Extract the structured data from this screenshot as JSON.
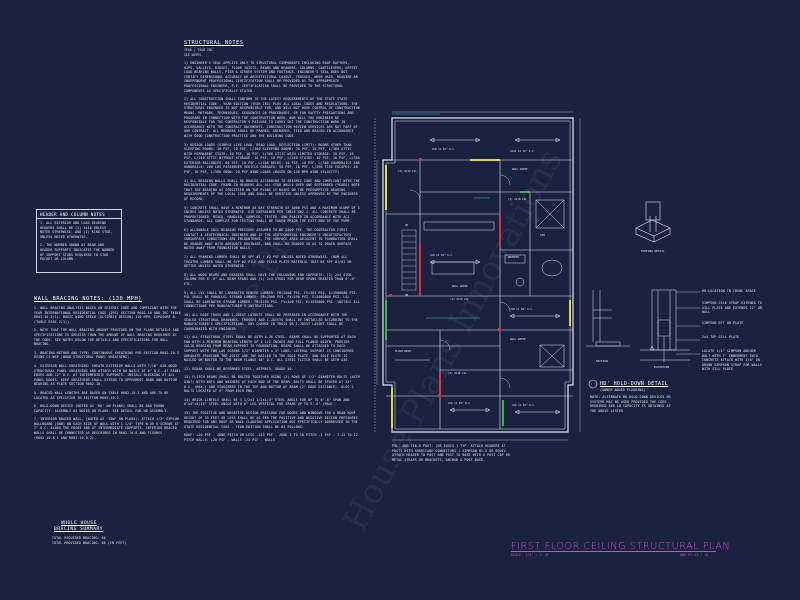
{
  "structural_notes": {
    "title": "STRUCTURAL NOTES",
    "sub1": "YEAR / TSUB INC",
    "sub2": "SEE NOTES",
    "paragraphs": [
      "1) ENGINEER'S SEAL APPLIES ONLY TO STRUCTURAL COMPONENTS INCLUDING ROOF RAFTERS, HIPS, VALLEYS, RIDGES, FLOOR JOISTS, BEAMS AND HEADERS, COLUMNS, CANTILEVERS, OFFSET LOAD BEARING WALLS, PIER & GIRDER SYSTEM AND FOOTINGS. ENGINEER'S SEAL DOES NOT CERTIFY DIMENSIONAL ACCURACY OR ARCHITECTURAL LAYOUT. TRUSSES, WHEN USED, REQUIRE AN INDEPENDENT PROFESSIONAL CERTIFICATION SHALL BE PROVIDED BY THE APPROPRIATE PROFESSIONAL ENGINEER, P.E. CERTIFICATION SHALL BE PROVIDED TO THE STRUCTURAL COMPONENTS AS SPECIFICALLY STATED.",
      "2) ALL CONSTRUCTION SHALL CONFORM TO THE LATEST REQUIREMENTS OF THE STATE STATE RESIDENTIAL CODE - YEAR EDITION (YEAR IRC) PLUS ALL LOCAL CODES AND REGULATIONS. THE STRUCTURAL ENGINEER IS NOT RESPONSIBLE FOR, AND WILL NOT HAVE CONTROL OF CONSTRUCTION MEANS, METHODS, TECHNIQUES, SEQUENCES OR PROCEDURES, OR FOR SAFETY PRECAUTIONS AND PROGRAMS IN CONNECTION WITH THE CONSTRUCTION WORK, NOR WILL THE ENGINEER BE RESPONSIBLE FOR THE CONTRACTOR'S FAILURE TO CARRY OUT THE CONSTRUCTION WORK IN ACCORDANCE WITH THE CONTRACT DOCUMENTS. CONSTRUCTION REVIEW SERVICES ARE NOT PART OF OUR CONTRACT. ALL MEMBERS SHALL BE FRAMED, ANCHORED, TIED AND BRACED IN ACCORDANCE WITH GOOD CONSTRUCTION PRACTICE AND THE BUILDING CODE.",
      "3) DESIGN LOADS (SIMPLE LIVE LOAD, DEAD LOAD, DEFLECTION LIMIT): ROOMS OTHER THAN SLEEPING ROOMS: 40 PSF, 10 PSF, L/360  SLEEPING ROOMS: 30 PSF, 10 PSF, L/360  ATTIC WITH PERMANENT STAIR: 30 PSF, 10 PSF, L/360  ATTIC WITH LIMITED STORAGE: 20 PSF, 10 PSF, L/240  ATTIC WITHOUT STORAGE: 10 PSF, 10 PSF, L/240  STAIRS: 40 PSF, 10 PSF, L/360  EXTERIOR BALCONIES: 60 PSF, 10 PSF, L/360  DECKS: 40 PSF, 10 PSF, L/360  GUARDRAILS AND HANDRAILS: 200 LBS  PASSENGER VEHICLE GARAGES: 50 PSF, 10 PSF, L/360  FIRE ESCAPES: 40 PSF, 10 PSF, L/360  SNOW: 20 PSF  WIND LOADS (BASED ON 130 MPH WIND VELOCITY)",
      "4) ALL BEARING WALLS SHALL BE BRACED ACCORDING TO SEISMIC CODE AND COMPLIANT WITH THE RESIDENTIAL CODE. FRAME-IN HEADERS ALL ALL STUD WALLS OVER ONE SEPTEMBER (YEARS) NOTE THAT THE BEARING AS SPECIFIED ON THE PLANS IS BASED ON THE PRESUMPTIVE BEARING REQUIREMENTS OF THE LOCAL CODE AND SHALL BE VERIFIED UNLESS APPROVED BY THE ENGINEER OF RECORD.",
      "5) CONCRETE SHALL HAVE A MINIMUM 28 DAY STRENGTH OF 3000 PSI AND A MAXIMUM SLUMP OF 5 INCHES UNLESS NOTED OTHERWISE. AIR ENTRAINED PER TABLE 402.2. ALL CONCRETE SHALL BE PROPORTIONED, MIXED, HANDLED, SAMPLED, TESTED, AND PLACED IN ACCORDANCE WITH ACI STANDARDS. ALL SAMPLES FOR TESTING SHALL BE TAKEN PRIOR THE EXIT END OF THE PUMP.",
      "6) ALLOWABLE SOIL BEARING PRESSURE ASSUMED TO BE 2000 PSF. THE CONTRACTOR FIRST CONTACT A GEOTECHNICAL ENGINEER AND IF THE GEOTECHNICAL ENGINEER'S UNSATISFACTORY SUBSURFACE CONDITIONS ARE ENCOUNTERED, THE SURFACE AREA ADJACENT TO FOUNDATION SHALL BE GRADED AWAY WITH ADEQUATE DRAINAGE, AND SHALL BE GRADED SO AS TO DRAIN SURFACE WATER AWAY FROM FOUNDATION WALLS.",
      "7) ALL FRAMING LUMBER SHALL BE SPF #1 / #2 PSF UNLESS NOTED OTHERWISE. (NOM ALL TREATED LUMBER SHALL BE SYP #2 PILE AND FIELD PLATE MATERIAL THAT BE SPF #1/#2 OR BETTER UNLESS NOTED OTHERWISE.",
      "8) ALL WOOD BEAMS AND HEADERS SHALL HAVE THE FOLLOWING END SUPPORTS: (1) 2x4 STUD COLUMN FOR 6'-0\" ALL BEAM SPANS AND (2) 2x4 STUDS FOR BEAM SPANS GREATER THAN 6'-0\" ETC.",
      "9) ALL LVL SHALL BE LAMINATED VENEER LUMBER: FB=2600 PSI, FV=285 PSI, E=1900000 PSI. PSL SHALL BE PARALLEL STRAND LUMBER: FB=2900 PSI, FV=290 PSI, E=2000000 PSI. LSL SHALL BE LAMINATED STRAND LUMBER: FB=2250 PSI, FV=400 PSI, E=1550000 PSI. INSTALL ALL CONNECTIONS PER MANUFACTURER'S INSTRUCTIONS.",
      "10) ALL ROOF TRUSS AND I-JOIST LAYOUTS SHALL BE PREPARED IN ACCORDANCE WITH THE SEALED STRUCTURAL DRAWINGS. TRUSSES AND I-JOISTS SHALL BE INSTALLED ACCORDING TO THE MANUFACTURER'S SPECIFICATIONS. ANY CHANGE IN TRUSS OR I-JOIST LAYOUT SHALL BE COORDINATED WITH ENGINEER.",
      "11) ALL STRUCTURAL STEEL SHALL BE ASTM A-36 STEEL. BEAMS SHALL BE SUPPORTED AT EACH END WITH A MINIMUM BEARING LENGTH OF 3 1/2 INCHES AND FULL FLANGE WIDTH. PROVIDE SOLID BEARING FROM BEAM SUPPORT TO FOUNDATION. BEAMS SHALL BE ATTACHED TO EACH SUPPORT WITH TWO LAG SCREWS 1/2\" DIAMETER x 4\" LONG. LATERAL SUPPORT IS CONSIDERED ADEQUATE PROVIDED THE JOIST ARE TOE NAILED TO THE SOLE PLATE, AND SOLE PLATE IS NAILED OR BOLTED TO THE BEAM FLANGE 48\" O.C. ALL STEEL FLITCH SHALL BE ASTM A36.",
      "12) REBAR SHALL BE DEFORMED STEEL, ASTM615, GRADE 40.",
      "13) FLITCH BEAMS SHALL BE BOLTED TOGETHER USING (2) ROWS OF 1/2\" DIAMETER BOLTS (ASTM A307) WITH NUTS AND WASHERS AT EACH END OF THE BEAM. BOLTS SHALL BE SPACED AT 24\" O.C. (MAX.) AND STAGGERED IN THE TOP AND BOTTOM OF BEAM (2\" EDGE DISTANCE). ALSO 2 BOLTS LOCATED AT 6\" FROM EACH END.",
      "14) BRICK LINTELS SHALL BE 3 1/2x3 1/2x1/4\" STEEL ANGLE FOR UP TO 6'-0\" SPAN AND 6\"x4\"x5/16\" STEEL ANGLE WITH 6\" LEG VERTICAL FOR SPANS UP TO 9'-6\" (MAX).",
      "15) THE POSITIVE AND NEGATIVE DESIGN PRESSURE FOR DOORS AND WINDOWS FOR A MEAN ROOF HEIGHT OF 35 FEET OR LESS SHALL BE AS PER THE POSITIVE AND NEGATIVE DESIGN PRESSURES REQUIRED FOR ANY ROOF OR WALL CLADDING APPLICATION NOT SPECIFICALLY ADDRESSED IN THE STATE RESIDENTIAL CODE - YEAR EDITION SHALL BE AS FOLLOWS:",
      "ROOF:  +20 PSF - ZONE PITCH OR LESS  -243 PSF - ZONE 1 TO 10 PITCH  -2 PSF - 7-12 TO 12 PITCH  WALLS:  +20 PSF - WALLS  -24 PSF - WALLS"
    ]
  },
  "header_column_notes": {
    "title": "HEADER AND COLUMN NOTES",
    "items": [
      "1. ALL EXTERIOR AND LOAD BEARING HEADERS SHALL BE (2) 2x10 UNLESS NOTED OTHERWISE, AND (1) KING STUD, UNLESS NOTED OTHERWISE.",
      "2. THE NUMBER SHOWN AT BEAM AND HEADER SUPPORTS INDICATES THE NUMBER OF SUPPORT STUDS REQUIRED IN STUD POCKET OR COLUMN."
    ]
  },
  "wall_bracing_notes": {
    "title": "WALL BRACING NOTES: (130 MPH)",
    "items": [
      "1. WALL BRACING ANALYSIS BASED ON SEISMIC CODE AND COMPLIANT WITH THE YEAR INTERNATIONAL RESIDENTIAL CODE (IRC) SECTION R602.10 AND IRC TABLE R602.10.3(1). BASIC WIND SPEED (ULTIMATE DESIGN) 130 MPH, EXPOSURE B. (TABLE R301.2(1)).",
      "2. NOTE THAT THE WALL BRACING AMOUNT PROVIDED ON THE PLANS DETAILS AND SPECIFICATIONS IS GREATER THAN THE AMOUNT OF WALL BRACING REQUIRED BY THE CODE. SEE NOTES BELOW FOR DETAILS AND SPECIFICATIONS FOR WALL BRACING.",
      "3. BRACING METHOD AND TYPE: CONTINUOUS SHEATHING PER SECTION R602.10.3 USING CS-WSP (WOOD STRUCTURAL PANEL SHEATHING).",
      "4. EXTERIOR WALL SHEATHING: SHEATH EXTERIOR WALLS WITH 7/16\" OSB WOOD STRUCTURAL PANEL SHEATHING AND ATTACH WITH 8d NAILS AT 6\" O.C. AT PANEL EDGES AND 12\" O.C. AT INTERMEDIATE SUPPORTS. INSTALL BLOCKING AT ALL PANEL EDGES. KEEP SHEATHING SHALL EXTEND TO UPPERMOST BAND AND BOTTOM BEARING AS PLATE SECTION R602.10.",
      "5. BRACED WALL LENGTHS ARE BASED ON TABLE R602.10.3 AND ARE TO BE LOCATED AS SPECIFIED IN SECTION R602.10.2.",
      "6. HOLD-DOWN DEVICE (NOTED AS 'HD' ON PLANS) SHALL BE 800 POUND CAPACITY. ASSEMBLY AS NOTED ON PLANS. SEE DETAIL FOR HD ASSEMBLY.",
      "7. INTERIOR BRACED WALL, (NOTED AS 'IBW' ON PLANS): ATTACH 1/2\" GYPSUM WALLBOARD (GWB) ON EACH SIDE OF WALL WITH 1 1/4\" TYPE W OR S SCREWS AT 7\" O.C. ALONG THE EDGES AND AT INTERMEDIATE SUPPORTS. INTERIOR BRACED WALLS SHALL BE CONNECTED AS DESCRIBED IN R602.10.8 AND FIGURES (R602.10.8.1 AND R602.10.8.2)."
    ]
  },
  "bracing_summary": {
    "title_line1": "WHOLE HOUSE",
    "title_line2": "BRACING SUMMARY",
    "required": "TOTAL REQUIRED BRACING: 66",
    "provided": "TOTAL PROVIDED BRACING: 86 (IN FEET)"
  },
  "details": {
    "hold_down_title": "HD' HOLD-DOWN DETAIL",
    "hold_down_sub": "(OWNER ADDED FLOORING)",
    "section_label": "SECTION",
    "elevation_label": "ELEVATION",
    "hd_labels": [
      "HD LOCATION IN CRAWL SPACE",
      "SIMPSON CS16 STRAP EXTENDS TO SILL PLATE AND EXTENDS 12\" ON WALL",
      "SIMPSON DTT HD PLATE",
      "2x4 TOP SILL PLATE",
      "LOCATE 1/2\" SIMPSON ANCHOR BOLT WITH 7\" EMBEDMENT INTO CONCRETE ATTACH WITH 3/8\" ON DRAWN SIMPSON STRAP FOR WALLS WITH SILL PLATE"
    ],
    "hd_note": "NOTE: ALTERNATE HD HOLD-DOWN DEVICES OR SYSTEMS MAY BE USED PROVIDED THE CODE REQUIRED 800 LB CAPACITY IS OBTAINED AT THE ABOVE LISTED",
    "footing_label": "FOOTING DETAIL"
  },
  "plan": {
    "labels": {
      "wall_above": "WALL ABOVE",
      "cj_2x6": "2x6 CJ 16\" O.C.",
      "cj_2x8": "2x8 CJ 16\" O.C.",
      "cj_2x10": "2x10 CJ 16\" O.C.",
      "hdr_lvl": "(2) 2x10 LVL",
      "sim": "SIM",
      "dn": "DN",
      "up": "UP",
      "dropped": "DROPPED",
      "flush": "FLUSH BEAM"
    },
    "note_box": "POL. AND TEN.D POST. (OR EQUIV.) TYP. ATTACH HEADERS AT POSTS WITH HURRICANE CONNECTORS / SIMPSON H2.5 OR EQUIV. ATTACH HEADER TO POST AND POST TO BASE WITH A POST CAP OR METAL STRAPS OR BRACKETS, ANCHOR & POST BASE."
  },
  "title_block": {
    "title": "FIRST FLOOR CEILING STRUCTURAL PLAN",
    "scale": "SCALE:                          1/4\" = 1'-0\"",
    "code": "DWG FC-S1 / 01"
  },
  "watermark": [
    "Home Plan",
    "House Plans Innovations"
  ],
  "colors": {
    "background": "#1b2240",
    "linework": "#dfe5f0",
    "title": "#e040e0",
    "wall_yellow": "#e7d24a",
    "wall_red": "#d6324a",
    "wall_green": "#3fb24a",
    "dim_cyan": "#37c7d8"
  }
}
